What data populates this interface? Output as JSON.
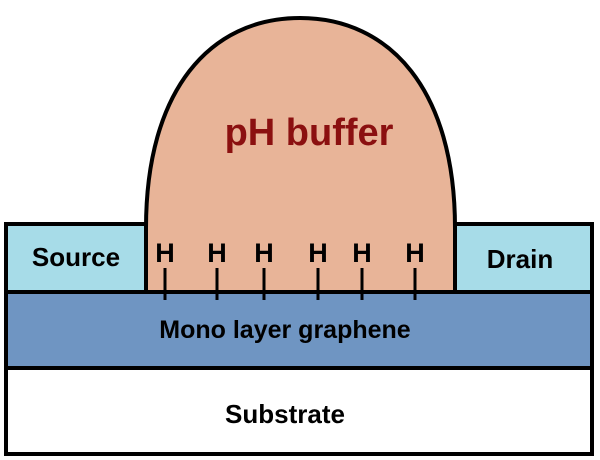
{
  "buffer": {
    "label": "pH buffer",
    "fill": "#e8b498",
    "text_color": "#8b1010"
  },
  "source": {
    "label": "Source",
    "fill": "#a7dce8"
  },
  "drain": {
    "label": "Drain",
    "fill": "#a7dce8"
  },
  "graphene": {
    "label": "Mono layer graphene",
    "fill": "#6f95c2"
  },
  "substrate": {
    "label": "Substrate",
    "fill": "#ffffff"
  },
  "hydrogen_atoms": {
    "label": "H",
    "count": 6
  },
  "stroke_color": "#000000"
}
